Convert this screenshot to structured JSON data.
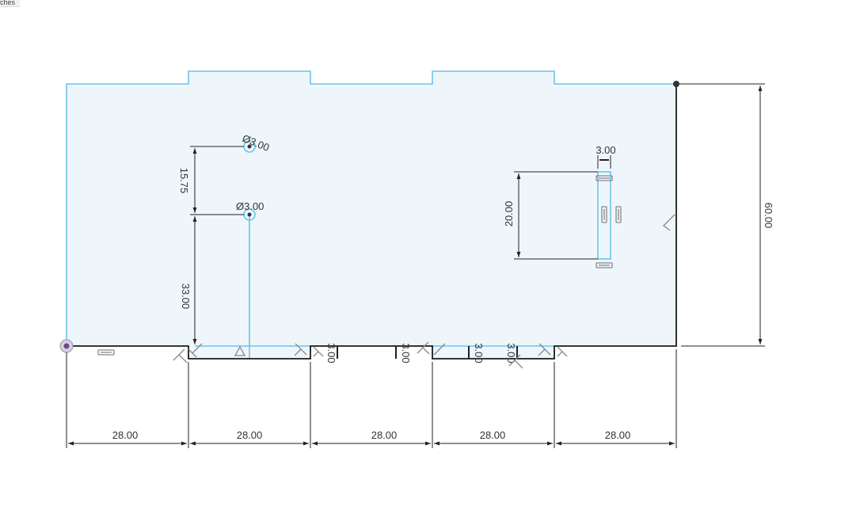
{
  "window": {
    "tab_fragment": "ches"
  },
  "colors": {
    "profile_fill": "#eef6fc",
    "profile_edge": "#6cc4e6",
    "line_dark": "#1a1a1a",
    "dimension": "#222222",
    "constraint_glyph": "#888888",
    "point": "#333333",
    "origin": "#6a4a8c"
  },
  "icons": [
    "horizontal-constraint-icon",
    "vertical-constraint-icon",
    "perpendicular-constraint-icon",
    "coincident-constraint-icon",
    "tangent-constraint-icon",
    "origin-point-icon"
  ],
  "dimensions": {
    "hole_top_diameter": "Ø3.00",
    "hole_mid_diameter": "Ø3.00",
    "hole_spacing": "15.75",
    "hole_height": "33.00",
    "slot_width": "3.00",
    "slot_length": "20.00",
    "overall_height": "60.00",
    "notch_depth_1": "3.00",
    "notch_depth_2": "3.00",
    "notch_depth_3": "3.00",
    "notch_depth_4": "3.00",
    "segment_1": "28.00",
    "segment_2": "28.00",
    "segment_3": "28.00",
    "segment_4": "28.00",
    "segment_5": "28.00"
  }
}
